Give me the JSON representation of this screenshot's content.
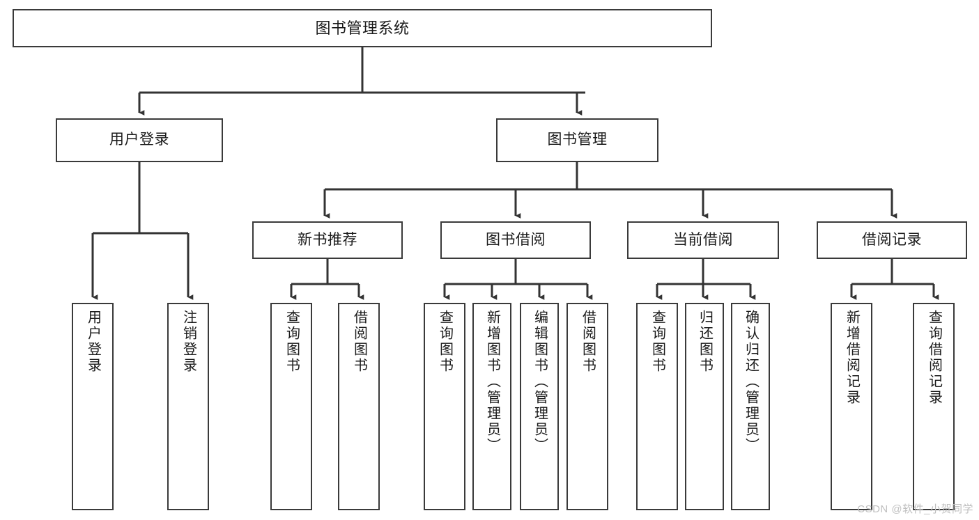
{
  "diagram": {
    "type": "tree",
    "title": "图书管理系统",
    "watermark": "CSDN @软件_小贺同学",
    "colors": {
      "box_border": "#3a3a3a",
      "box_fill": "#ffffff",
      "connector": "#333333",
      "text": "#1a1a1a",
      "watermark": "#bfbfbf"
    },
    "nodes": {
      "root": {
        "label": "图书管理系统"
      },
      "level1": [
        {
          "label": "用户登录"
        },
        {
          "label": "图书管理"
        }
      ],
      "level2": [
        {
          "label": "新书推荐"
        },
        {
          "label": "图书借阅"
        },
        {
          "label": "当前借阅"
        },
        {
          "label": "借阅记录"
        }
      ],
      "leaves": {
        "user_login": [
          {
            "label": "用户登录"
          },
          {
            "label": "注销登录"
          }
        ],
        "new_book_recommend": [
          {
            "label": "查询图书"
          },
          {
            "label": "借阅图书"
          }
        ],
        "book_borrow": [
          {
            "label": "查询图书"
          },
          {
            "label": "新增图书（管理员）"
          },
          {
            "label": "编辑图书（管理员）"
          },
          {
            "label": "借阅图书"
          }
        ],
        "current_borrow": [
          {
            "label": "查询图书"
          },
          {
            "label": "归还图书"
          },
          {
            "label": "确认归还（管理员）"
          }
        ],
        "borrow_record": [
          {
            "label": "新增借阅记录"
          },
          {
            "label": "查询借阅记录"
          }
        ]
      }
    }
  }
}
